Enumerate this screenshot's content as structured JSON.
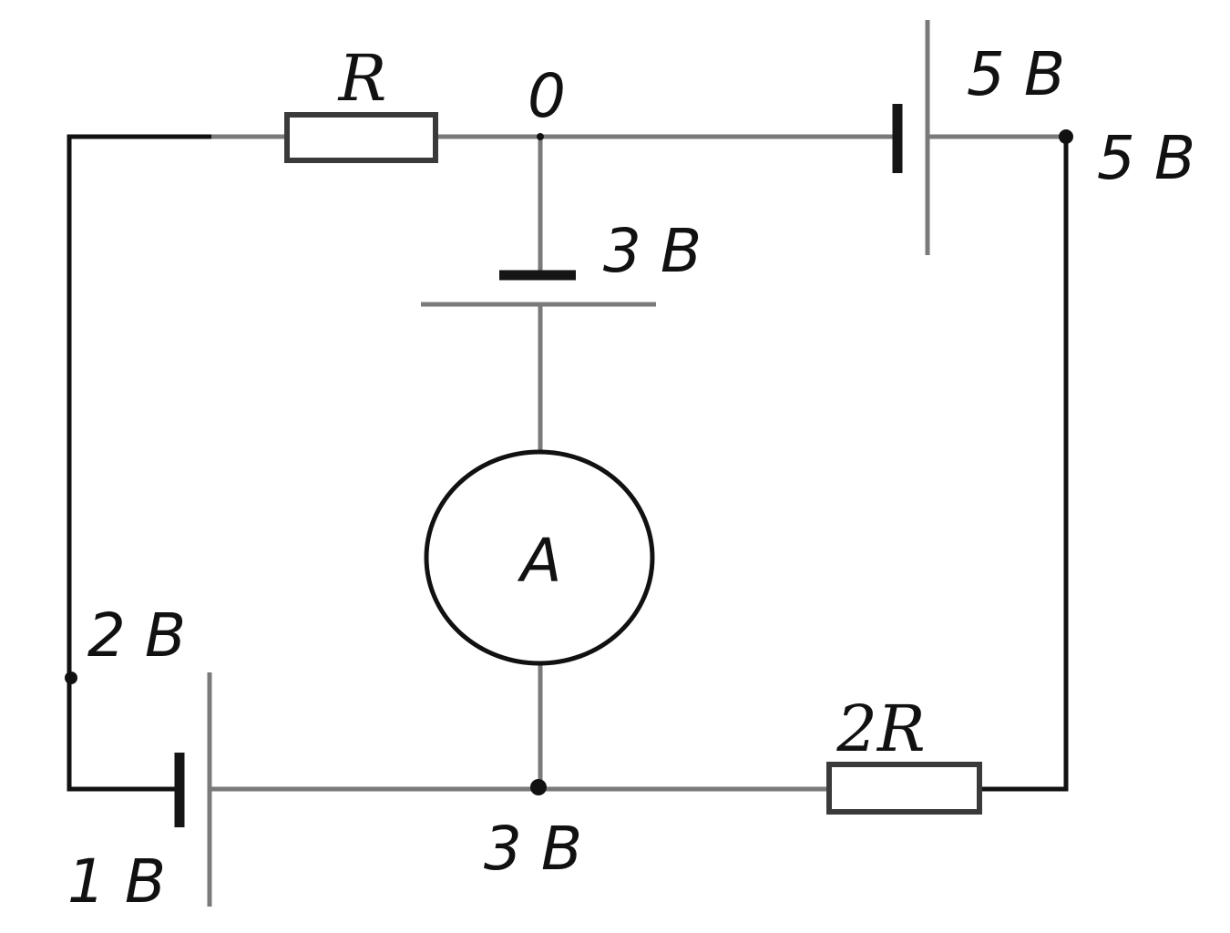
{
  "labels": {
    "resistor_top": "R",
    "resistor_bottom": "2R",
    "node_top": "0",
    "battery_top_right": "5 B",
    "node_right": "5 B",
    "battery_middle": "3 B",
    "ammeter": "A",
    "node_left": "2 B",
    "battery_bottom_left": "1 B",
    "node_bottom": "3 B"
  }
}
